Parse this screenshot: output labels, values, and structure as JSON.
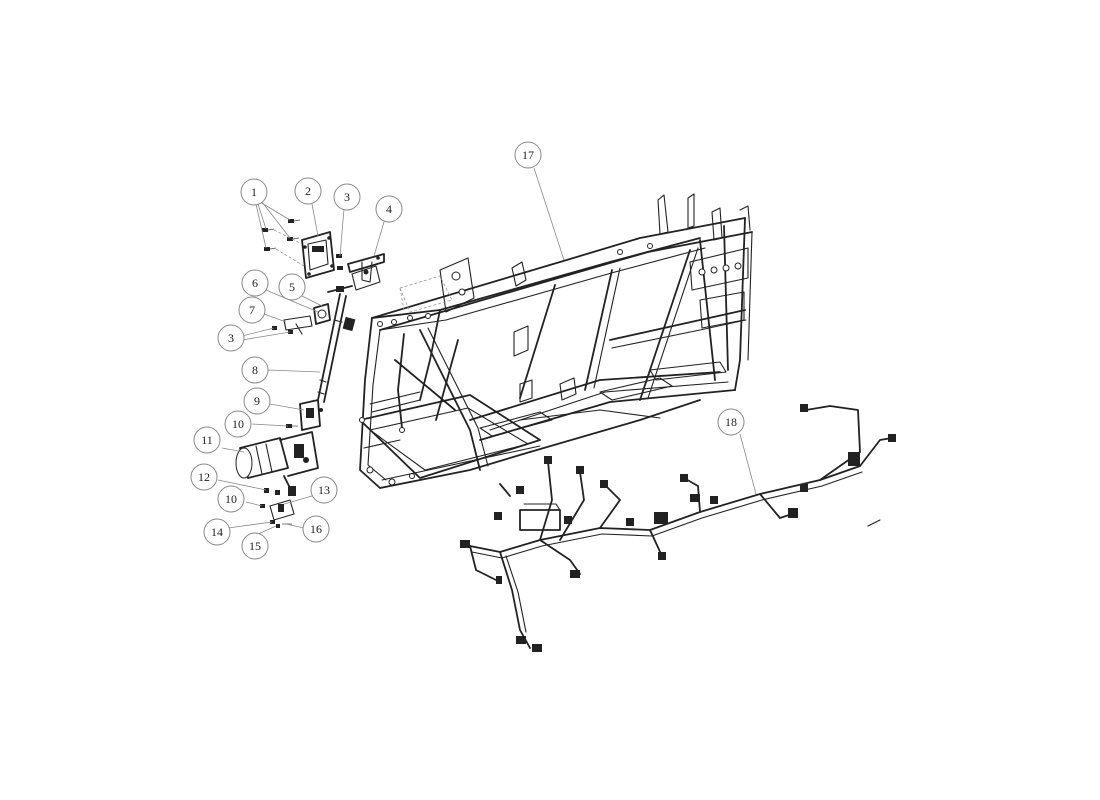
{
  "diagram": {
    "background": "#ffffff",
    "line_color": "#222222",
    "callouts": [
      {
        "id": "callout-1",
        "label": "1"
      },
      {
        "id": "callout-2",
        "label": "2"
      },
      {
        "id": "callout-3a",
        "label": "3"
      },
      {
        "id": "callout-4",
        "label": "4"
      },
      {
        "id": "callout-6",
        "label": "6"
      },
      {
        "id": "callout-5",
        "label": "5"
      },
      {
        "id": "callout-7",
        "label": "7"
      },
      {
        "id": "callout-3b",
        "label": "3"
      },
      {
        "id": "callout-8",
        "label": "8"
      },
      {
        "id": "callout-9",
        "label": "9"
      },
      {
        "id": "callout-10a",
        "label": "10"
      },
      {
        "id": "callout-11",
        "label": "11"
      },
      {
        "id": "callout-12",
        "label": "12"
      },
      {
        "id": "callout-13",
        "label": "13"
      },
      {
        "id": "callout-10b",
        "label": "10"
      },
      {
        "id": "callout-14",
        "label": "14"
      },
      {
        "id": "callout-16",
        "label": "16"
      },
      {
        "id": "callout-15",
        "label": "15"
      },
      {
        "id": "callout-17",
        "label": "17"
      },
      {
        "id": "callout-18",
        "label": "18"
      }
    ]
  }
}
